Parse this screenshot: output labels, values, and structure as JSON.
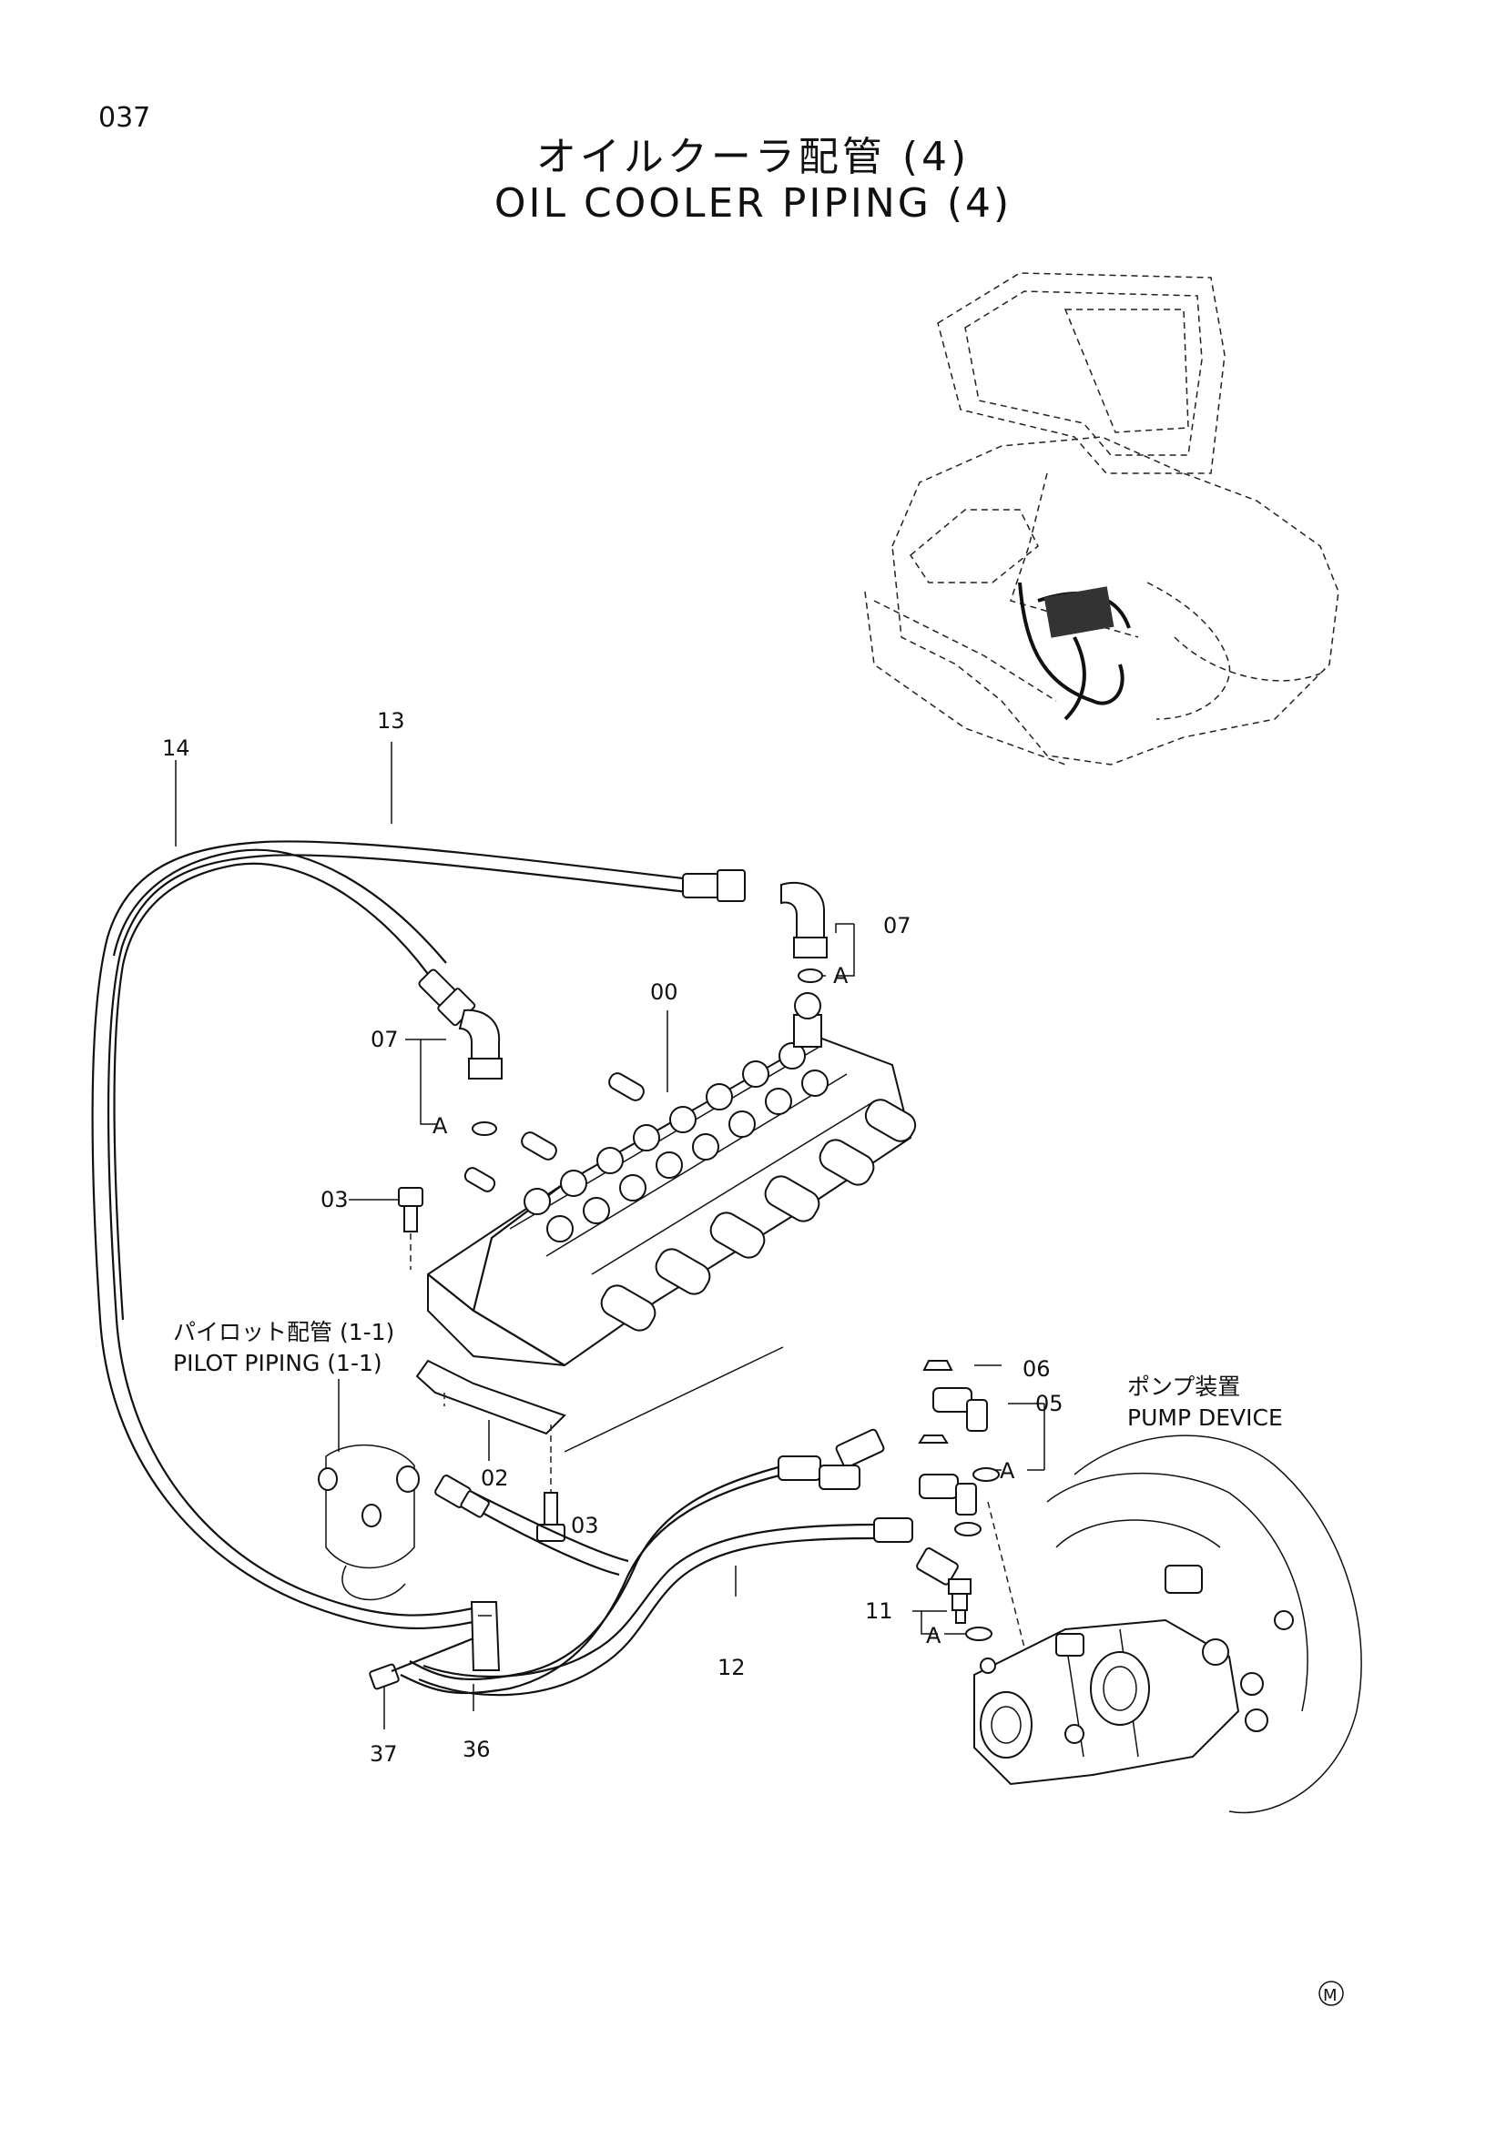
{
  "page_number": "037",
  "title": {
    "japanese": "オイルクーラ配管 (4)",
    "english": "OIL COOLER PIPING (4)"
  },
  "callouts": {
    "p14": "14",
    "p13": "13",
    "p07_top": "07",
    "p07_left": "07",
    "a_top": "A",
    "a_left": "A",
    "p00": "00",
    "p03_left": "03",
    "p03_bottom": "03",
    "p02": "02",
    "p06": "06",
    "p05": "05",
    "a_05": "A",
    "p11": "11",
    "a_11": "A",
    "p12": "12",
    "p36": "36",
    "p37": "37"
  },
  "references": {
    "pilot_jp": "パイロット配管 (1-1)",
    "pilot_en": "PILOT PIPING (1-1)",
    "pump_jp": "ポンプ装置",
    "pump_en": "PUMP DEVICE"
  },
  "mark": "M"
}
